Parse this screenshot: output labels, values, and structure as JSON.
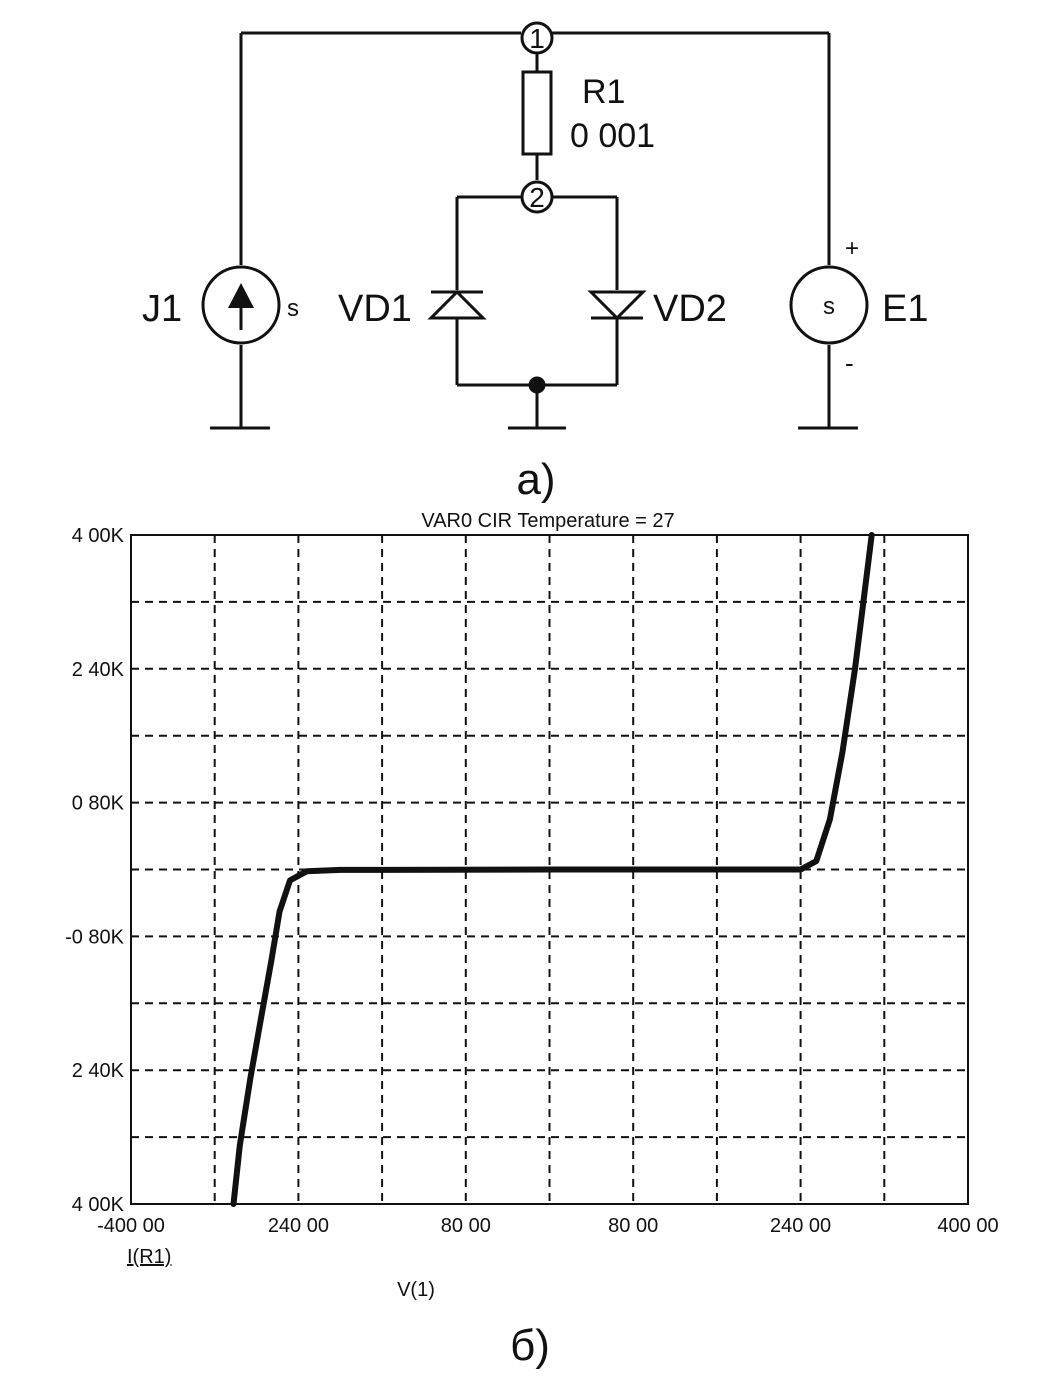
{
  "schematic": {
    "node1_label": "1",
    "node2_label": "2",
    "r1_name": "R1",
    "r1_value": "0 001",
    "j1_label": "J1",
    "e1_label": "E1",
    "vd1_label": "VD1",
    "vd2_label": "VD2",
    "source_symbol": "s",
    "plus_sign": "+",
    "minus_sign": "-",
    "caption": "a)"
  },
  "plot": {
    "caption": "б)",
    "chart_data": {
      "type": "line",
      "title": "VAR0 CIR Temperature = 27",
      "xlabel": "V(1)",
      "ylabel": "I(R1)",
      "xlim": [
        -400,
        400
      ],
      "ylim": [
        -4000,
        4000
      ],
      "grid": true,
      "x_tick_labels": [
        "-400 00",
        "240 00",
        "80 00",
        "80 00",
        "240 00",
        "400 00"
      ],
      "y_tick_labels": [
        "4 00K",
        "2 40K",
        "0 80K",
        "-0 80K",
        "2 40K",
        "4 00K"
      ],
      "series": [
        {
          "points": [
            [
              -302,
              -4000
            ],
            [
              -296,
              -3300
            ],
            [
              -286,
              -2500
            ],
            [
              -276,
              -1800
            ],
            [
              -266,
              -1100
            ],
            [
              -258,
              -500
            ],
            [
              -248,
              -130
            ],
            [
              -232,
              -20
            ],
            [
              -200,
              -5
            ],
            [
              0,
              0
            ],
            [
              240,
              0
            ],
            [
              255,
              100
            ],
            [
              268,
              600
            ],
            [
              280,
              1400
            ],
            [
              292,
              2400
            ],
            [
              300,
              3200
            ],
            [
              308,
              4000
            ]
          ]
        }
      ]
    }
  }
}
